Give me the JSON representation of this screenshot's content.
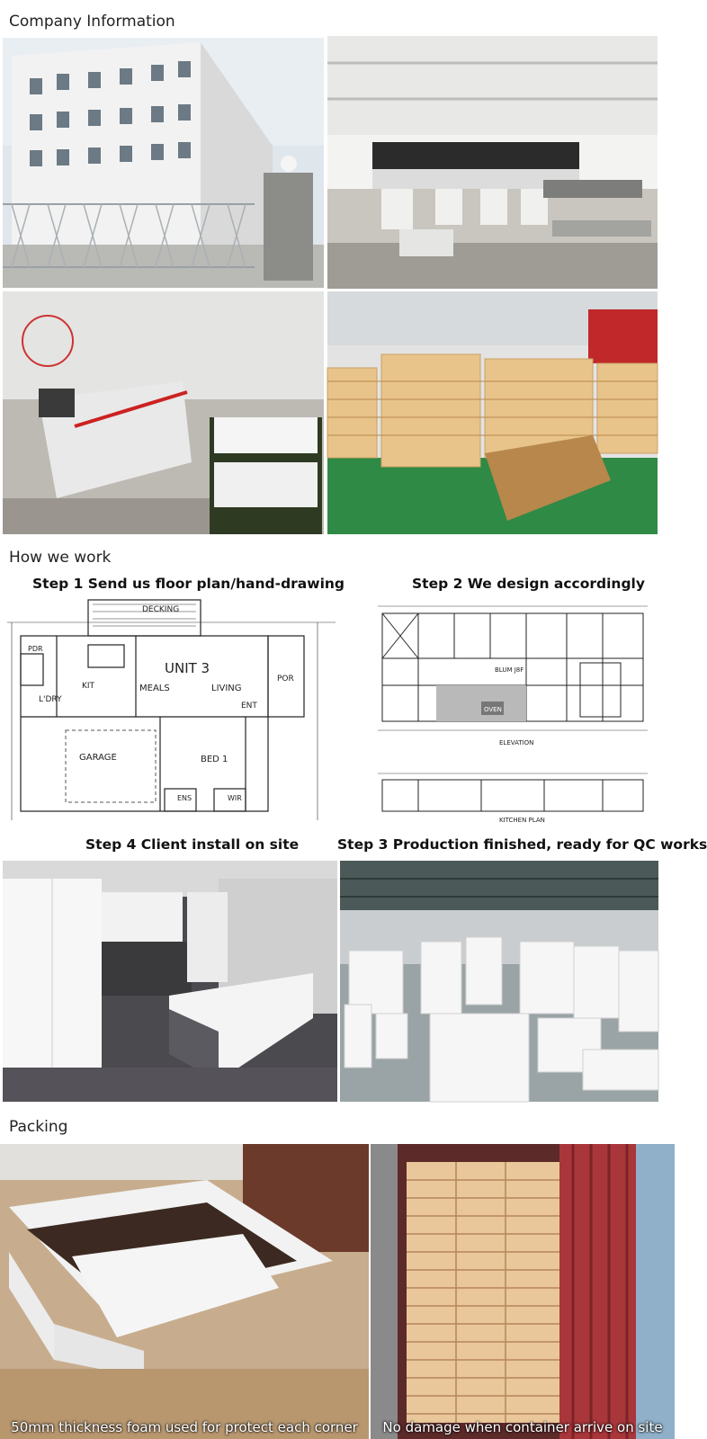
{
  "company": {
    "title": "Company Information"
  },
  "how": {
    "title": "How we work",
    "step1": "Step 1 Send us floor plan/hand-drawing",
    "step2": "Step 2 We design accordingly",
    "step3": "Step 3 Production finished, ready for QC works",
    "step4": "Step 4 Client install on site"
  },
  "floorplan": {
    "unit": "UNIT 3",
    "meals": "MEALS",
    "living": "LIVING",
    "kit": "KIT",
    "ldry": "L'DRY",
    "garage": "GARAGE",
    "bed": "BED 1",
    "decking": "DECKING",
    "por": "POR",
    "ent": "ENT",
    "ens": "ENS",
    "wir": "WIR",
    "pdr": "PDR"
  },
  "elevation": {
    "label": "ELEVATION",
    "plan_label": "KITCHEN PLAN",
    "oven": "OVEN",
    "brand": "BLUM J8F"
  },
  "packing": {
    "title": "Packing",
    "caption_left": "50mm thickness foam used for protect each corner",
    "caption_right": "No damage when container arrive on site"
  }
}
